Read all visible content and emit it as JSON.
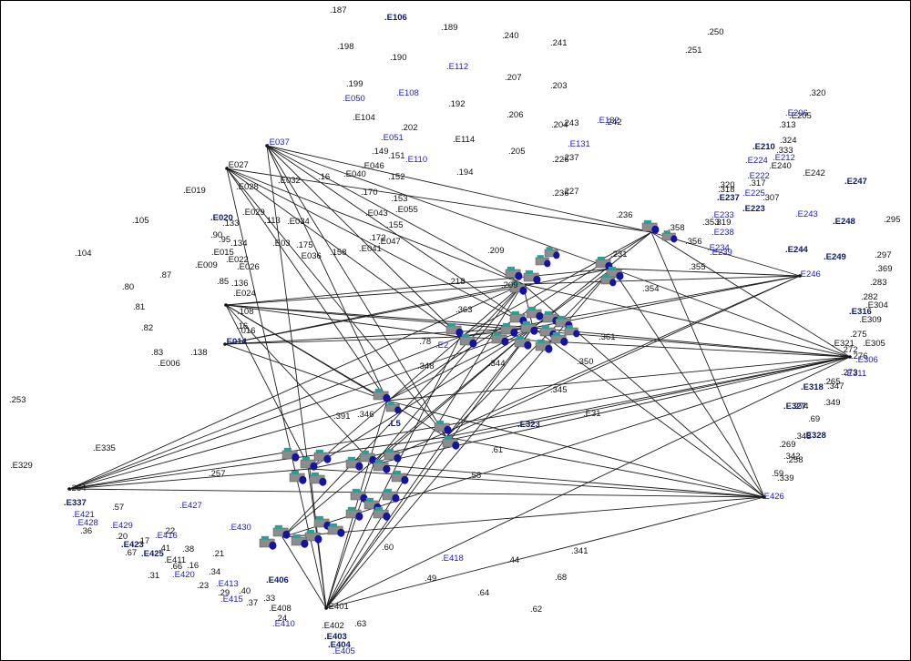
{
  "diagram": {
    "palette": {
      "black": "#111111",
      "blue": "#1a1ad6",
      "navy": "#0b1a6e",
      "edge": "#1f1f1f",
      "cube_face": "#8c8c8c",
      "cube_dark": "#1414a0",
      "cube_accent": "#2e9d96"
    },
    "labels": [
      {
        "t": ".187",
        "c": "black"
      },
      {
        "t": ".E106",
        "c": "navy"
      },
      {
        "t": ".189",
        "c": "black"
      },
      {
        "t": ".240",
        "c": "black"
      },
      {
        "t": ".241",
        "c": "black"
      },
      {
        "t": ".250",
        "c": "black"
      },
      {
        "t": ".251",
        "c": "black"
      },
      {
        "t": ".198",
        "c": "black"
      },
      {
        "t": ".190",
        "c": "black"
      },
      {
        "t": ".E112",
        "c": "blue"
      },
      {
        "t": ".207",
        "c": "black"
      },
      {
        "t": ".203",
        "c": "black"
      },
      {
        "t": ".199",
        "c": "black"
      },
      {
        "t": ".E108",
        "c": "blue"
      },
      {
        "t": ".E050",
        "c": "blue"
      },
      {
        "t": ".192",
        "c": "black"
      },
      {
        "t": ".320",
        "c": "black"
      },
      {
        "t": ".E104",
        "c": "black"
      },
      {
        "t": ".206",
        "c": "black"
      },
      {
        "t": ".204",
        "c": "black"
      },
      {
        "t": ".243",
        "c": "black"
      },
      {
        "t": ".E132",
        "c": "blue"
      },
      {
        "t": ".242",
        "c": "black"
      },
      {
        "t": ".E206",
        "c": "blue"
      },
      {
        "t": ".E205",
        "c": "black"
      },
      {
        "t": ".313",
        "c": "black"
      },
      {
        "t": ".202",
        "c": "black"
      },
      {
        "t": ".E051",
        "c": "blue"
      },
      {
        "t": ".E114",
        "c": "black"
      },
      {
        "t": ".E131",
        "c": "blue"
      },
      {
        "t": ".324",
        "c": "black"
      },
      {
        "t": ".E037",
        "c": "blue"
      },
      {
        "t": ".149",
        "c": "black"
      },
      {
        "t": ".151",
        "c": "black"
      },
      {
        "t": ".E110",
        "c": "blue"
      },
      {
        "t": ".205",
        "c": "black"
      },
      {
        "t": ".226",
        "c": "black"
      },
      {
        "t": ".237",
        "c": "black"
      },
      {
        "t": ".E210",
        "c": "navy"
      },
      {
        "t": ".333",
        "c": "black"
      },
      {
        "t": ".E212",
        "c": "blue"
      },
      {
        "t": ".E224",
        "c": "blue"
      },
      {
        "t": ".E240",
        "c": "black"
      },
      {
        "t": ".E027",
        "c": "black"
      },
      {
        "t": ".E046",
        "c": "black"
      },
      {
        "t": ".E040",
        "c": "black"
      },
      {
        "t": ".152",
        "c": "black"
      },
      {
        "t": ".194",
        "c": "black"
      },
      {
        "t": ".E242",
        "c": "black"
      },
      {
        "t": ".E222",
        "c": "blue"
      },
      {
        "t": ".317",
        "c": "black"
      },
      {
        "t": ".E247",
        "c": "navy"
      },
      {
        "t": ".E028",
        "c": "black"
      },
      {
        "t": ".E032",
        "c": "black"
      },
      {
        "t": ".16",
        "c": "black"
      },
      {
        "t": ".E019",
        "c": "black"
      },
      {
        "t": ".170",
        "c": "black"
      },
      {
        "t": ".236",
        "c": "black"
      },
      {
        "t": ".227",
        "c": "black"
      },
      {
        "t": ".320",
        "c": "black"
      },
      {
        "t": ".318",
        "c": "black"
      },
      {
        "t": ".E225",
        "c": "blue"
      },
      {
        "t": ".307",
        "c": "black"
      },
      {
        "t": ".E237",
        "c": "navy"
      },
      {
        "t": ".153",
        "c": "black"
      },
      {
        "t": ".E223",
        "c": "navy"
      },
      {
        "t": ".E029",
        "c": "black"
      },
      {
        "t": ".E055",
        "c": "black"
      },
      {
        "t": ".E043",
        "c": "black"
      },
      {
        "t": ".E020",
        "c": "navy"
      },
      {
        "t": ".105",
        "c": "black"
      },
      {
        "t": ".133",
        "c": "black"
      },
      {
        "t": ".113",
        "c": "black"
      },
      {
        "t": ".E034",
        "c": "black"
      },
      {
        "t": ".236",
        "c": "black"
      },
      {
        "t": ".E233",
        "c": "blue"
      },
      {
        "t": ".E243",
        "c": "blue"
      },
      {
        "t": ".E248",
        "c": "navy"
      },
      {
        "t": ".295",
        "c": "black"
      },
      {
        "t": ".155",
        "c": "black"
      },
      {
        "t": ".353",
        "c": "black"
      },
      {
        "t": ".319",
        "c": "black"
      },
      {
        "t": ".358",
        "c": "black"
      },
      {
        "t": ".E238",
        "c": "blue"
      },
      {
        "t": ".90",
        "c": "black"
      },
      {
        "t": ".95",
        "c": "black"
      },
      {
        "t": ".134",
        "c": "black"
      },
      {
        "t": ".E03",
        "c": "black"
      },
      {
        "t": ".175",
        "c": "black"
      },
      {
        "t": ".172",
        "c": "black"
      },
      {
        "t": ".E047",
        "c": "black"
      },
      {
        "t": ".356",
        "c": "black"
      },
      {
        "t": ".E234",
        "c": "blue"
      },
      {
        "t": ".E239",
        "c": "blue"
      },
      {
        "t": ".E244",
        "c": "navy"
      },
      {
        "t": ".104",
        "c": "black"
      },
      {
        "t": ".E015",
        "c": "black"
      },
      {
        "t": ".E041",
        "c": "black"
      },
      {
        "t": ".209",
        "c": "black"
      },
      {
        "t": ".E036",
        "c": "black"
      },
      {
        "t": ".158",
        "c": "black"
      },
      {
        "t": ".231",
        "c": "black"
      },
      {
        "t": ".297",
        "c": "black"
      },
      {
        "t": ".E249",
        "c": "navy"
      },
      {
        "t": ".E022",
        "c": "black"
      },
      {
        "t": ".E009",
        "c": "black"
      },
      {
        "t": ".E026",
        "c": "black"
      },
      {
        "t": ".355",
        "c": "black"
      },
      {
        "t": ".369",
        "c": "black"
      },
      {
        "t": ".87",
        "c": "black"
      },
      {
        "t": ".E246",
        "c": "blue"
      },
      {
        "t": ".85",
        "c": "black"
      },
      {
        "t": ".136",
        "c": "black"
      },
      {
        "t": ".80",
        "c": "black"
      },
      {
        "t": ".218",
        "c": "black"
      },
      {
        "t": ".209",
        "c": "black"
      },
      {
        "t": ".283",
        "c": "black"
      },
      {
        "t": ".354",
        "c": "black"
      },
      {
        "t": ".E024",
        "c": "black"
      },
      {
        "t": ".282",
        "c": "black"
      },
      {
        "t": ".81",
        "c": "black"
      },
      {
        "t": ".108",
        "c": "black"
      },
      {
        "t": ".363",
        "c": "black"
      },
      {
        "t": ".E304",
        "c": "black"
      },
      {
        "t": ".E316",
        "c": "navy"
      },
      {
        "t": ".E309",
        "c": "black"
      },
      {
        "t": ".82",
        "c": "black"
      },
      {
        "t": ".16",
        "c": "black"
      },
      {
        "t": ".016",
        "c": "black"
      },
      {
        "t": ".275",
        "c": "black"
      },
      {
        "t": ".E014",
        "c": "navy"
      },
      {
        "t": ".78",
        "c": "black"
      },
      {
        "t": ".E2",
        "c": "blue"
      },
      {
        "t": ".361",
        "c": "black"
      },
      {
        "t": ".E321",
        "c": "black"
      },
      {
        "t": ".E305",
        "c": "black"
      },
      {
        "t": ".272",
        "c": "black"
      },
      {
        "t": ".83",
        "c": "black"
      },
      {
        "t": ".138",
        "c": "black"
      },
      {
        "t": ".276",
        "c": "black"
      },
      {
        "t": ".E306",
        "c": "blue"
      },
      {
        "t": ".350",
        "c": "black"
      },
      {
        "t": ".E006",
        "c": "black"
      },
      {
        "t": ".348",
        "c": "black"
      },
      {
        "t": ".344",
        "c": "black"
      },
      {
        "t": ".E311",
        "c": "blue"
      },
      {
        "t": ".273",
        "c": "black"
      },
      {
        "t": ".265",
        "c": "black"
      },
      {
        "t": ".347",
        "c": "black"
      },
      {
        "t": ".E318",
        "c": "navy"
      },
      {
        "t": ".253",
        "c": "black"
      },
      {
        "t": ".345",
        "c": "black"
      },
      {
        "t": ".349",
        "c": "black"
      },
      {
        "t": ".274",
        "c": "black"
      },
      {
        "t": ".E327",
        "c": "navy"
      },
      {
        "t": ".E31",
        "c": "black"
      },
      {
        "t": ".391",
        "c": "black"
      },
      {
        "t": ".346",
        "c": "black"
      },
      {
        "t": ".L5",
        "c": "navy"
      },
      {
        "t": ".69",
        "c": "black"
      },
      {
        "t": ".E323",
        "c": "navy"
      },
      {
        "t": ".343",
        "c": "black"
      },
      {
        "t": ".E328",
        "c": "navy"
      },
      {
        "t": ".269",
        "c": "black"
      },
      {
        "t": ".E335",
        "c": "black"
      },
      {
        "t": ".61",
        "c": "black"
      },
      {
        "t": ".342",
        "c": "black"
      },
      {
        "t": ".258",
        "c": "black"
      },
      {
        "t": ".E329",
        "c": "black"
      },
      {
        "t": ".59",
        "c": "black"
      },
      {
        "t": ".257",
        "c": "black"
      },
      {
        "t": ".58",
        "c": "black"
      },
      {
        "t": ".339",
        "c": "black"
      },
      {
        "t": ".264",
        "c": "black"
      },
      {
        "t": ".E426",
        "c": "blue"
      },
      {
        "t": ".E337",
        "c": "navy"
      },
      {
        "t": ".E427",
        "c": "blue"
      },
      {
        "t": ".57",
        "c": "black"
      },
      {
        "t": ".E421",
        "c": "blue"
      },
      {
        "t": ".E428",
        "c": "blue"
      },
      {
        "t": ".E429",
        "c": "blue"
      },
      {
        "t": ".36",
        "c": "black"
      },
      {
        "t": ".E430",
        "c": "blue"
      },
      {
        "t": ".22",
        "c": "black"
      },
      {
        "t": ".E416",
        "c": "blue"
      },
      {
        "t": ".20",
        "c": "black"
      },
      {
        "t": ".E423",
        "c": "navy"
      },
      {
        "t": ".17",
        "c": "black"
      },
      {
        "t": ".41",
        "c": "black"
      },
      {
        "t": ".38",
        "c": "black"
      },
      {
        "t": ".60",
        "c": "black"
      },
      {
        "t": ".341",
        "c": "black"
      },
      {
        "t": ".67",
        "c": "black"
      },
      {
        "t": ".E425",
        "c": "navy"
      },
      {
        "t": ".21",
        "c": "black"
      },
      {
        "t": ".E411",
        "c": "black"
      },
      {
        "t": ".E418",
        "c": "blue"
      },
      {
        "t": ".44",
        "c": "black"
      },
      {
        "t": ".66",
        "c": "black"
      },
      {
        "t": ".16",
        "c": "black"
      },
      {
        "t": ".31",
        "c": "black"
      },
      {
        "t": ".E420",
        "c": "blue"
      },
      {
        "t": ".34",
        "c": "black"
      },
      {
        "t": ".E406",
        "c": "navy"
      },
      {
        "t": ".49",
        "c": "black"
      },
      {
        "t": ".68",
        "c": "black"
      },
      {
        "t": ".23",
        "c": "black"
      },
      {
        "t": ".E413",
        "c": "blue"
      },
      {
        "t": ".29",
        "c": "black"
      },
      {
        "t": ".40",
        "c": "black"
      },
      {
        "t": ".64",
        "c": "black"
      },
      {
        "t": ".E415",
        "c": "blue"
      },
      {
        "t": ".33",
        "c": "black"
      },
      {
        "t": ".37",
        "c": "black"
      },
      {
        "t": ".E401",
        "c": "black"
      },
      {
        "t": ".62",
        "c": "black"
      },
      {
        "t": ".E408",
        "c": "black"
      },
      {
        "t": ".24",
        "c": "black"
      },
      {
        "t": ".E410",
        "c": "blue"
      },
      {
        "t": ".E402",
        "c": "black"
      },
      {
        "t": ".63",
        "c": "black"
      },
      {
        "t": ".E403",
        "c": "navy"
      },
      {
        "t": ".E404",
        "c": "navy"
      },
      {
        "t": ".E405",
        "c": "blue"
      }
    ]
  }
}
